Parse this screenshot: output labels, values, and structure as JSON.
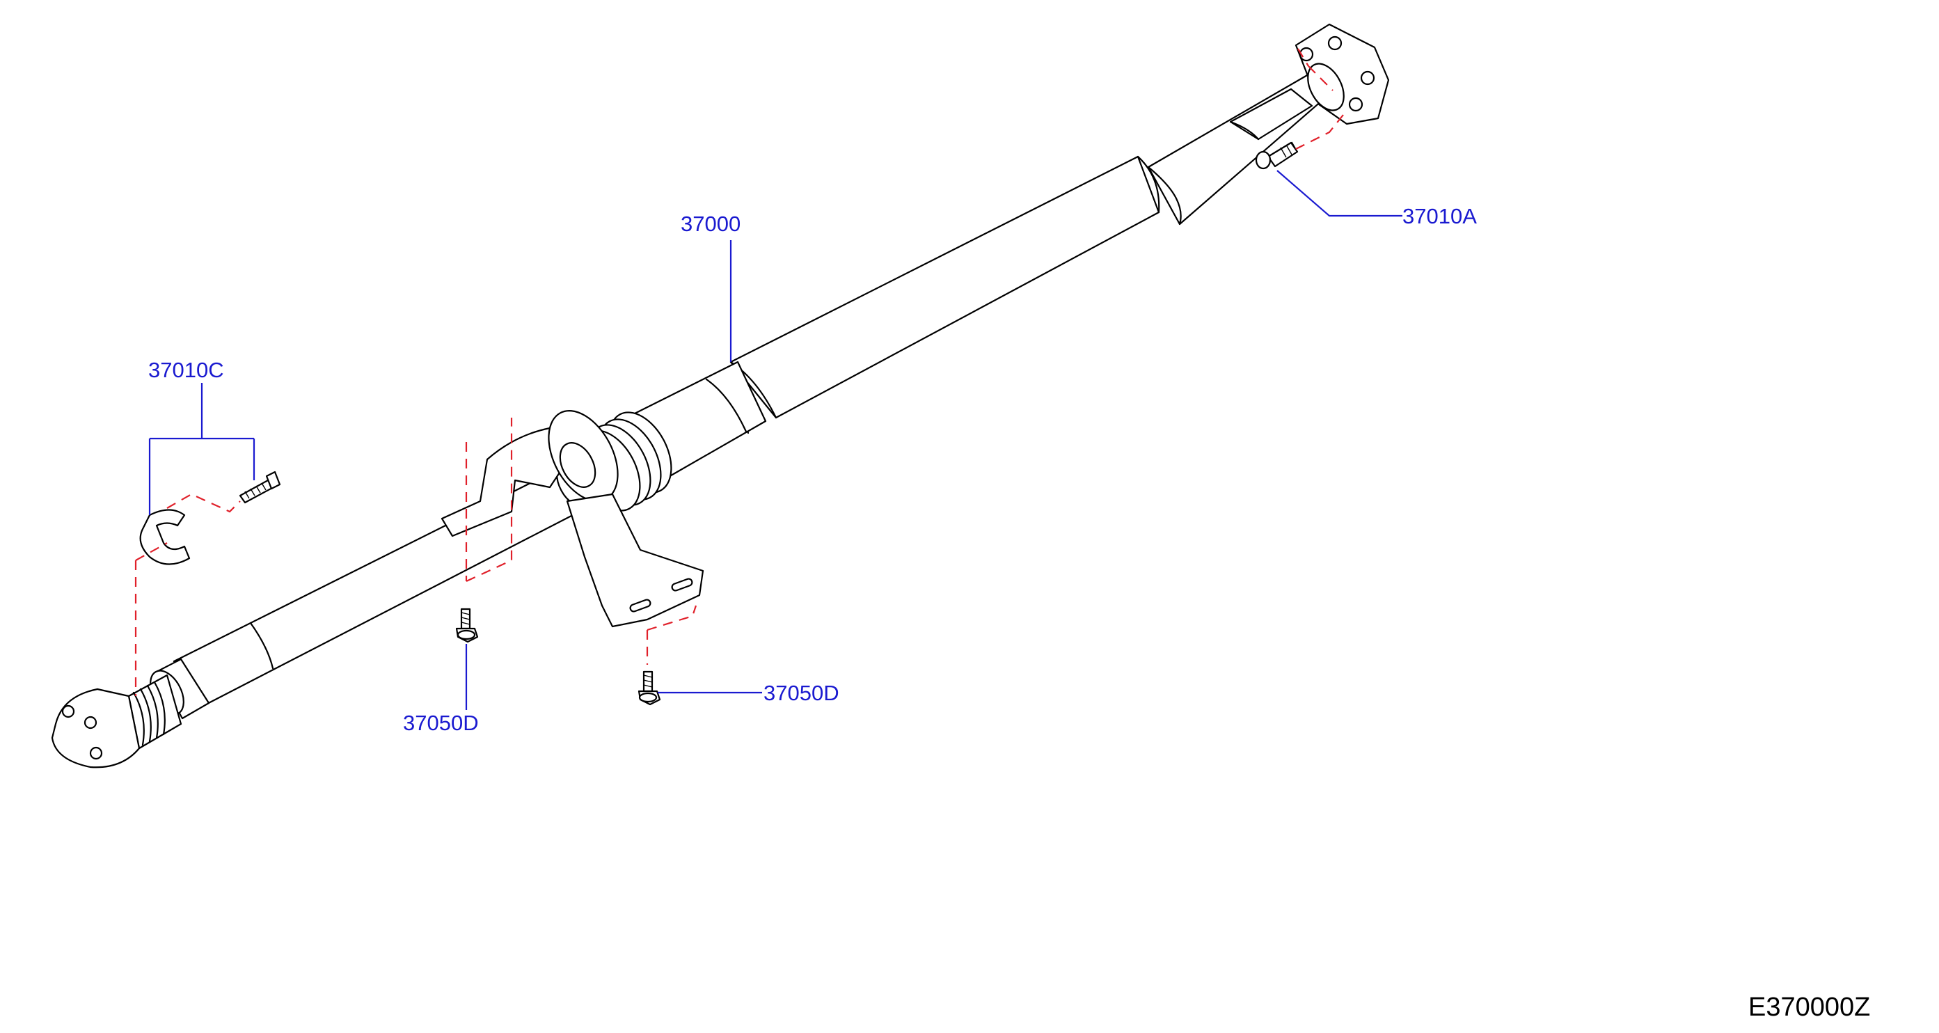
{
  "callouts": {
    "propeller_shaft": "37000",
    "flange_bolt": "37010A",
    "joint_bolt_kit": "37010C",
    "center_bearing_bolt_left": "37050D",
    "center_bearing_bolt_right": "37050D"
  },
  "diagram_code": "E370000Z",
  "colors": {
    "outline": "#000000",
    "leader_line": "#1a1ad0",
    "alignment_dash": "#e0202a",
    "callout_text": "#1a1ad0"
  },
  "icons": {
    "bolt": "bolt-icon",
    "flange": "flange-icon",
    "cv_joint": "cv-joint-icon",
    "bracket": "center-bearing-bracket-icon",
    "snap_ring": "snap-ring-icon"
  }
}
